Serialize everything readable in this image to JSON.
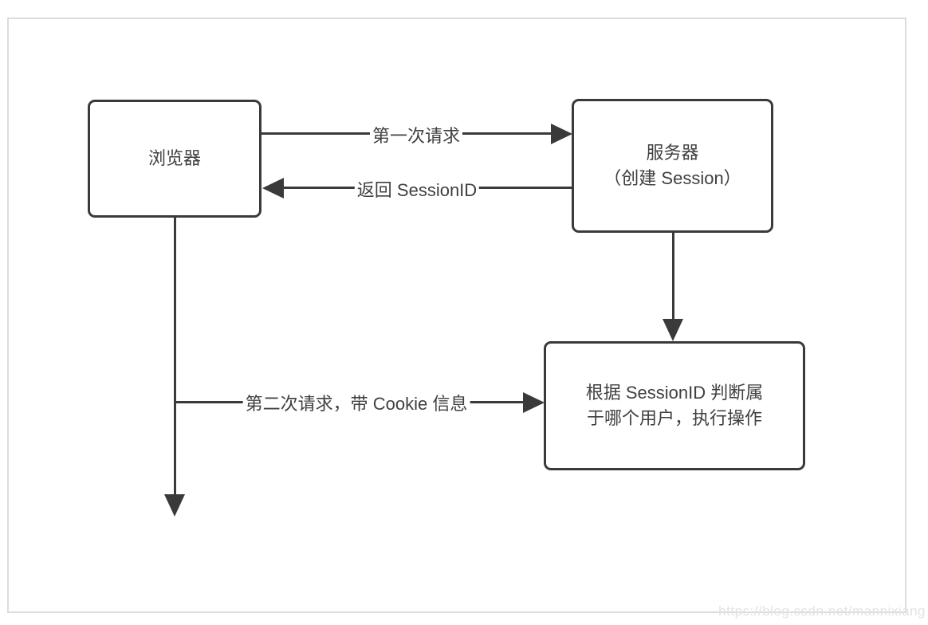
{
  "diagram": {
    "nodes": {
      "browser": {
        "label": "浏览器"
      },
      "server": {
        "lines": [
          "服务器",
          "（创建 Session）"
        ]
      },
      "session_check": {
        "lines": [
          "根据 SessionID 判断属",
          "于哪个用户，执行操作"
        ]
      }
    },
    "arrows": {
      "first_request": {
        "label": "第一次请求",
        "direction": "right"
      },
      "return_sessionid": {
        "label": "返回 SessionID",
        "direction": "left"
      },
      "second_request": {
        "label": "第二次请求，带 Cookie 信息",
        "direction": "right"
      },
      "server_to_session_check": {
        "label": "",
        "direction": "down"
      },
      "browser_down": {
        "label": "",
        "direction": "down"
      }
    },
    "colors": {
      "line": "#3a3a3a",
      "text": "#404040",
      "frame_border": "#dcdcdc",
      "watermark": "#e3e3e3",
      "background": "#ffffff"
    }
  },
  "watermark": {
    "text": "https://blog.csdn.net/mannixiang"
  }
}
